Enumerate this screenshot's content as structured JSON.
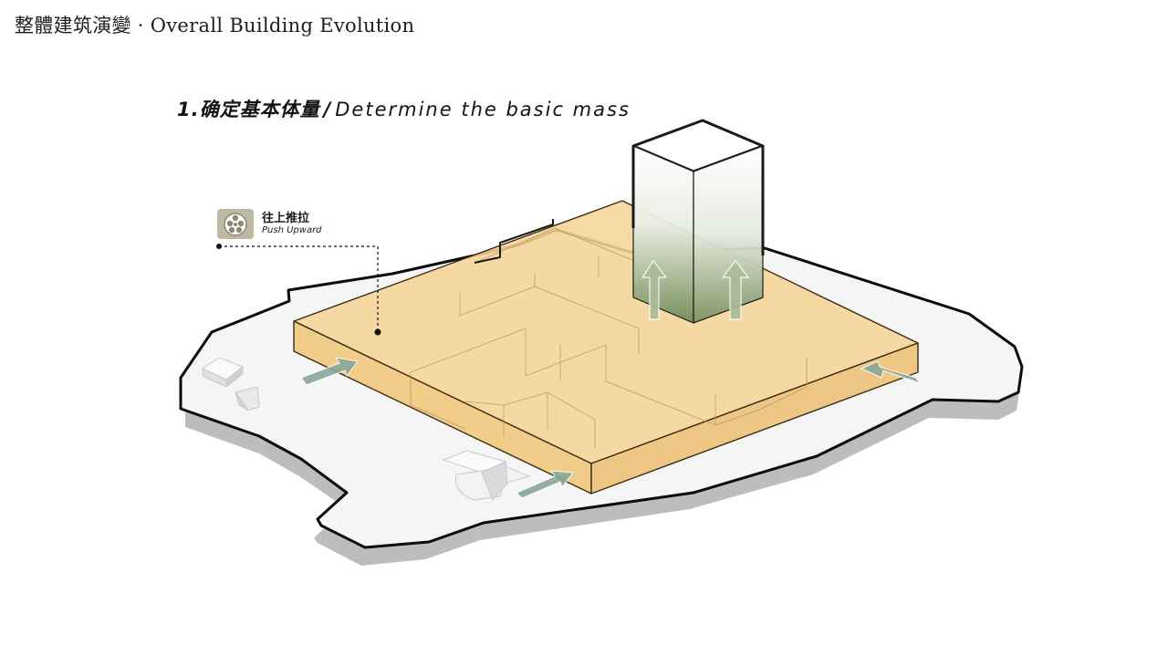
{
  "header": {
    "title_zh": "整體建筑演變",
    "title_sep": " · ",
    "title_en": "Overall Building Evolution"
  },
  "step": {
    "number": "1.",
    "label_zh": "确定基本体量",
    "divider": "/",
    "label_en": "Determine the basic mass"
  },
  "legend": {
    "icon": "push-upward-icon",
    "label_zh": "往上推拉",
    "label_en": "Push Upward"
  },
  "colors": {
    "mass_fill": "#f4cf8b",
    "mass_stroke": "#3a2c15",
    "tower_top": "#ffffff",
    "tower_bottom": "#6f8b57",
    "ground": "#f3f3f3",
    "ground_shadow": "#bdbdbd",
    "arrow": "#8aa79a",
    "icon_bg": "#bdb9a4"
  }
}
